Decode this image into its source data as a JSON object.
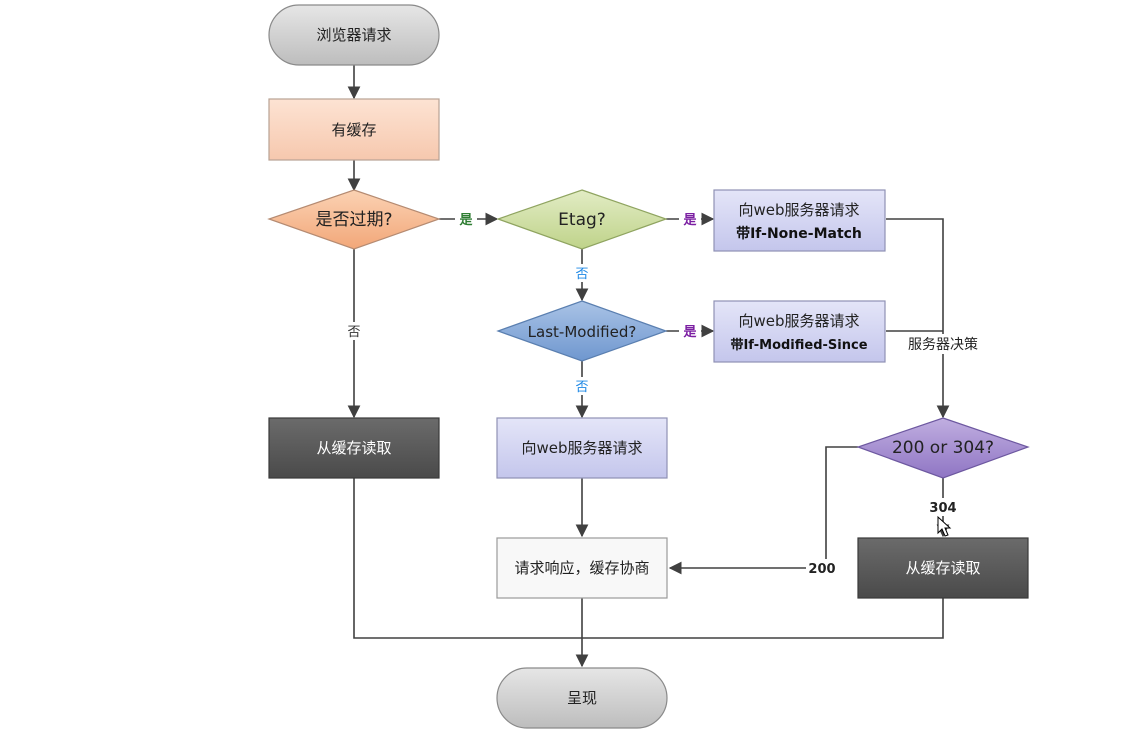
{
  "nodes": {
    "browser_request": "浏览器请求",
    "has_cache": "有缓存",
    "expired": "是否过期?",
    "etag": "Etag?",
    "request_none_match_1": "向web服务器请求",
    "request_none_match_2": "带If-None-Match",
    "last_modified": "Last-Modified?",
    "request_mod_since_1": "向web服务器请求",
    "request_mod_since_2": "带If-Modified-Since",
    "read_cache_left": "从缓存读取",
    "request_server": "向web服务器请求",
    "status_check": "200 or 304?",
    "read_cache_right": "从缓存读取",
    "response_negotiate": "请求响应，缓存协商",
    "render": "呈现"
  },
  "edges": {
    "expired_yes": "是",
    "expired_no": "否",
    "etag_yes": "是",
    "etag_no": "否",
    "lm_yes": "是",
    "lm_no": "否",
    "server_decision": "服务器决策",
    "status_200": "200",
    "status_304": "304"
  },
  "colors": {
    "yes_expired": "#2e7d32",
    "yes_purple": "#7b1fa2",
    "no_blue": "#1e88e5"
  }
}
